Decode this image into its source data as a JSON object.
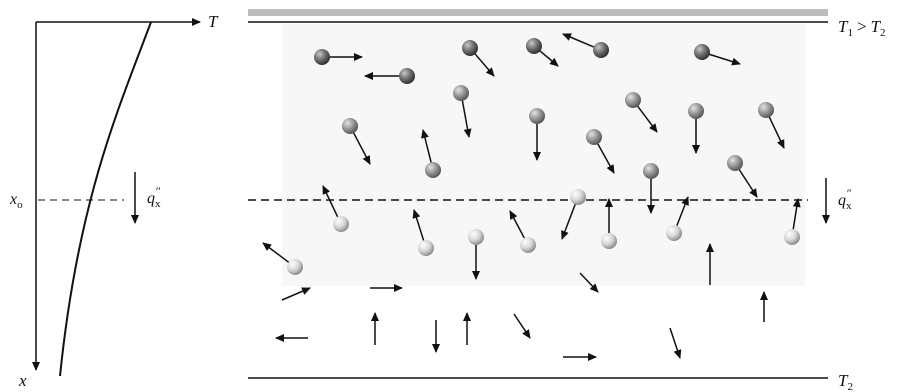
{
  "graph": {
    "temperature_axis_label": "T",
    "position_axis_label": "x",
    "reference_position_label": "x",
    "reference_position_subscript": "o",
    "heat_flux_label": "q",
    "heat_flux_superscript": "″",
    "heat_flux_subscript": "x"
  },
  "domain": {
    "top_boundary_label": {
      "t1": "T",
      "t1_sub": "1",
      "relation": ">",
      "t2": "T",
      "t2_sub": "2"
    },
    "bottom_boundary_label": {
      "t2": "T",
      "t2_sub": "2"
    },
    "heat_flux_label": "q",
    "heat_flux_superscript": "″",
    "heat_flux_subscript": "x"
  },
  "colors": {
    "hot_molecule": "#666666",
    "cold_molecule": "#d4d4d4",
    "arrow": "#111111",
    "hot_wall": "#b9b9b9",
    "gas_region": "#f7f7f7"
  },
  "icons": {
    "molecule": "sphere-molecule-icon",
    "velocity": "arrow-icon"
  }
}
